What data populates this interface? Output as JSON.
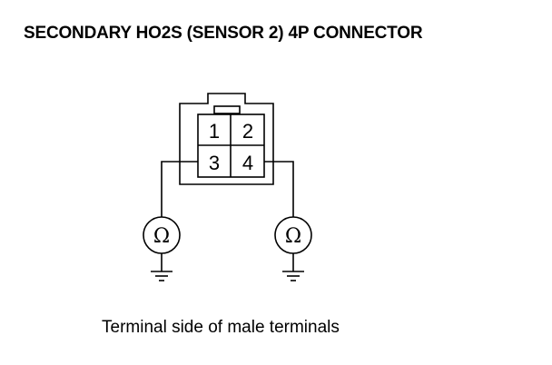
{
  "title": "SECONDARY HO2S (SENSOR 2) 4P CONNECTOR",
  "caption": "Terminal side of male terminals",
  "connector": {
    "pins": [
      "1",
      "2",
      "3",
      "4"
    ]
  },
  "meters": {
    "left_symbol": "Ω",
    "right_symbol": "Ω"
  },
  "colors": {
    "line": "#000000",
    "background": "#ffffff"
  }
}
